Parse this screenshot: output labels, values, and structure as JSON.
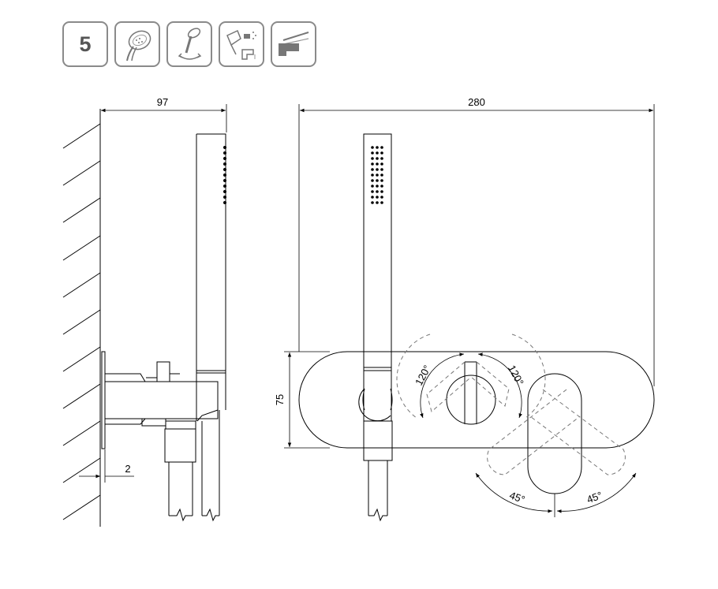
{
  "badges": {
    "warranty_years": "5",
    "items": [
      {
        "icon": "shower-head-icon"
      },
      {
        "icon": "rotating-hand-shower-icon"
      },
      {
        "icon": "easy-clean-icon"
      },
      {
        "icon": "lever-tap-icon"
      }
    ]
  },
  "dimensions": {
    "side_depth": "97",
    "total_width": "280",
    "plate_height": "75",
    "plate_gap": "2",
    "rotation_left": "120°",
    "rotation_right": "120°",
    "lever_left": "45°",
    "lever_right": "45°"
  },
  "colors": {
    "line": "#000000",
    "icon_border": "#8a8a8a",
    "dashed": "#777777"
  }
}
